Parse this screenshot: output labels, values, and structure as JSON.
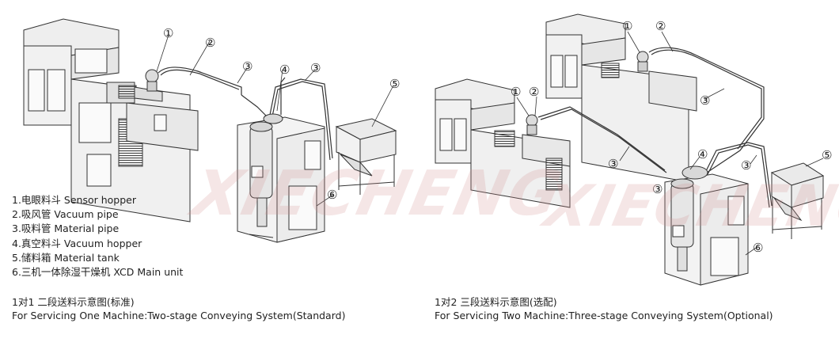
{
  "legend": [
    {
      "num": "1",
      "text": "1.电眼料斗 Sensor hopper"
    },
    {
      "num": "2",
      "text": "2.吸风管  Vacuum pipe"
    },
    {
      "num": "3",
      "text": "3.吸料管 Material pipe"
    },
    {
      "num": "4",
      "text": "4.真空料斗  Vacuum hopper"
    },
    {
      "num": "5",
      "text": "5.储料箱 Material tank"
    },
    {
      "num": "6",
      "text": "6.三机一体除湿干燥机  XCD Main unit"
    }
  ],
  "captions": {
    "left": {
      "title_cn": "1对1 二段送料示意图(标准)",
      "title_en": "For Servicing One Machine:Two-stage Conveying System(Standard)"
    },
    "right": {
      "title_cn": "1对2 三段送料示意图(选配)",
      "title_en": "For Servicing Two Machine:Three-stage Conveying System(Optional)"
    }
  },
  "watermark": {
    "left_text": "XIECHENG",
    "right_text": "XIECHENG",
    "color": "#d28c8c"
  },
  "callouts": {
    "left": [
      "①",
      "②",
      "③",
      "④",
      "③",
      "⑤",
      "⑥"
    ],
    "right": [
      "①",
      "②",
      "①",
      "②",
      "③",
      "③",
      "④",
      "③",
      "⑤",
      "⑥",
      "③"
    ]
  },
  "colors": {
    "line": "#333333",
    "fill": "#f2f2f2",
    "fill_dark": "#d9d9d9"
  }
}
